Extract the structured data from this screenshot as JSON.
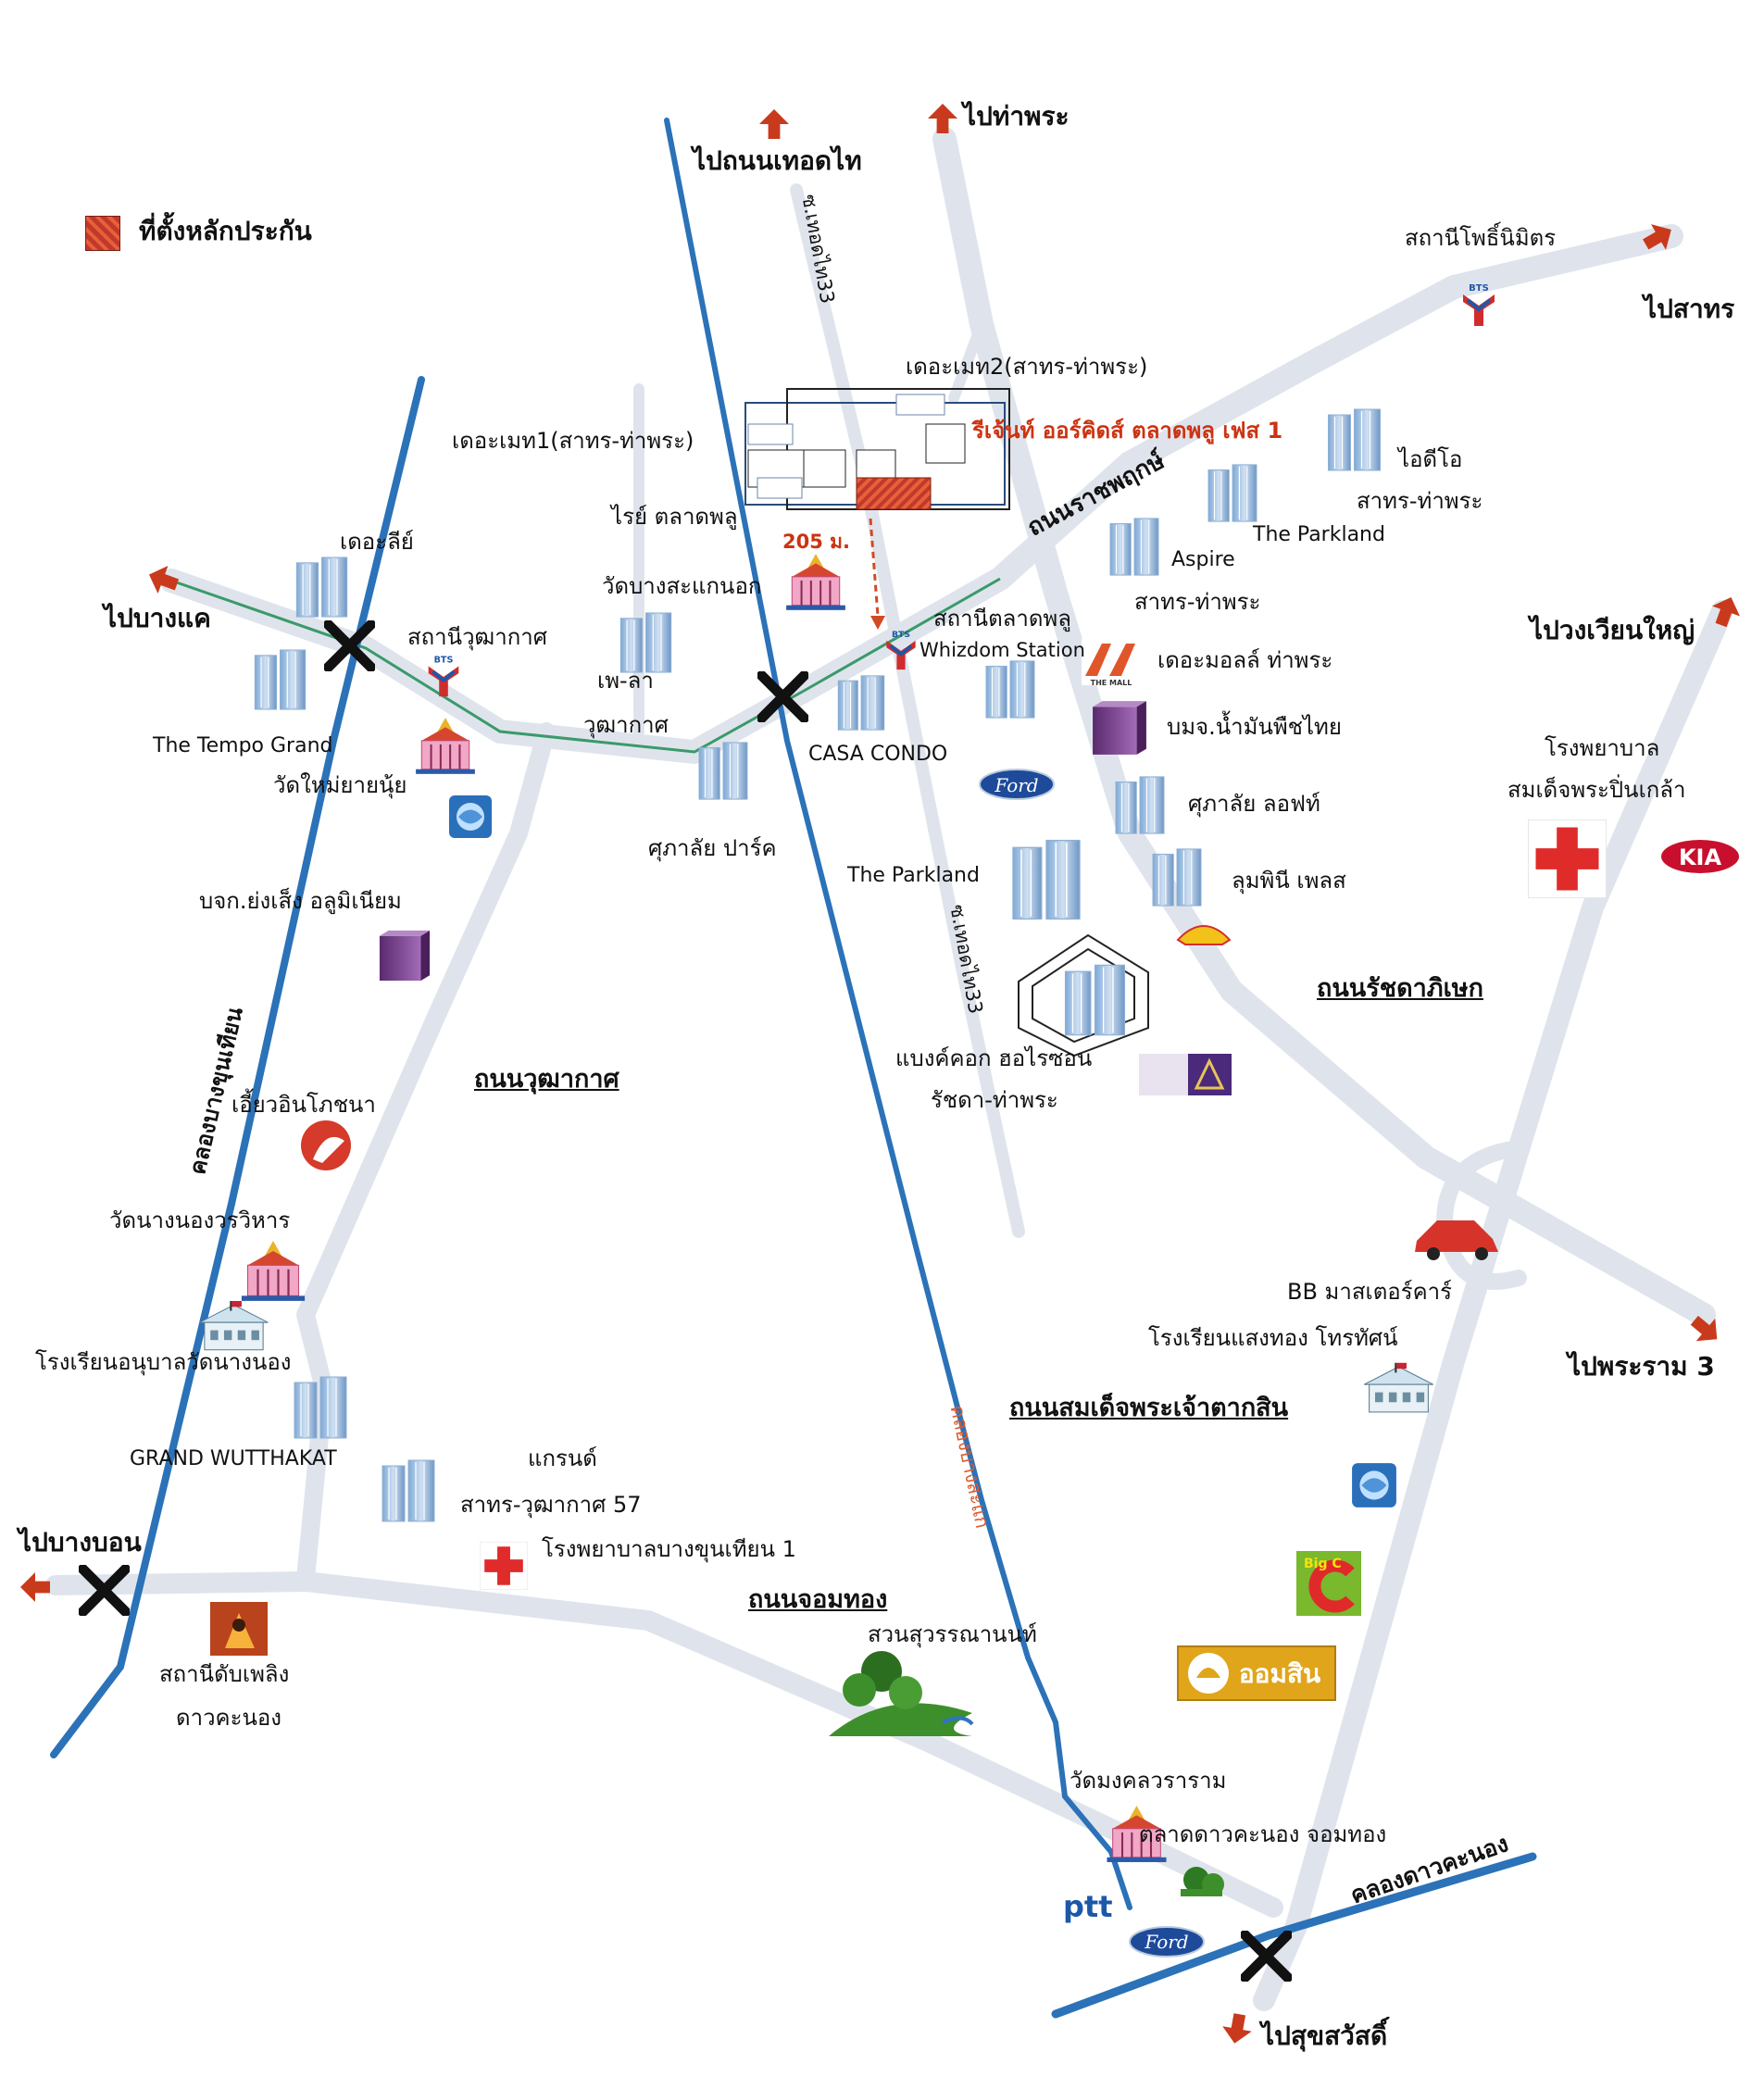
{
  "legend": {
    "label": "ที่ตั้งหลักประกัน",
    "color": "#d9472b"
  },
  "colors": {
    "road": "#dfe4ec",
    "rail": "#2b72b8",
    "bts_line": "#3a9a6a",
    "arrow": "#c93a1c",
    "property": "#d04a24"
  },
  "destinations": {
    "to_thoet_thai": "ไปถนนเทอดไท",
    "to_tha_phra": "ไปท่าพระ",
    "to_sathon": "ไปสาทร",
    "to_bang_khae": "ไปบางแค",
    "to_wongwian_yai": "ไปวงเวียนใหญ่",
    "to_rama3": "ไปพระราม 3",
    "to_bang_bon": "ไปบางบอน",
    "to_suk_sawat": "ไปสุขสวัสดิ์"
  },
  "roads": {
    "ratchaphruek": "ถนนราชพฤกษ์",
    "ratchadaphisek": "ถนนรัชดาภิเษก",
    "wutthakat": "ถนนวุฒากาศ",
    "somdet_taksin": "ถนนสมเด็จพระเจ้าตากสิน",
    "chom_thong": "ถนนจอมทอง",
    "soi_thoet_thai_33a": "ซ.เทอดไท33",
    "soi_thoet_thai_33b": "ซ.เทอดไท33",
    "canal_bang_khun_thian": "คลองบางขุนเทียน",
    "canal_dao_khanong": "คลองดาวคะนอง",
    "canal_dan": "คลองบางสะแก"
  },
  "places": {
    "pho_nimit": "สถานีโพธิ์นิมิตร",
    "the_met2": "เดอะเมท2(สาทร-ท่าพระ)",
    "the_met1": "เดอะเมท1(สาทร-ท่าพระ)",
    "regent": "รีเจ้นท์ ออร์คิดส์ ตลาดพลู เฟส 1",
    "rise": "ไรย์ ตลาดพลู",
    "distance": "205 ม.",
    "wat_bang_sakae": "วัดบางสะแกนอก",
    "ideo": "ไอดีโอ",
    "ideo_sub": "สาทร-ท่าพระ",
    "parkland1": "The Parkland",
    "aspire": "Aspire",
    "aspire_sub": "สาทร-ท่าพระ",
    "the_lui": "เดอะลีย์",
    "wutthakat_stn": "สถานีวุฒากาศ",
    "talat_phlu_stn": "สถานีตลาดพลู",
    "whizdom": "Whizdom Station",
    "the_mall": "เดอะมอลล์ ท่าพระ",
    "tempo": "The Tempo Grand",
    "pe_la": "เพ-ลา",
    "pe_la_sub": "วุฒากาศ",
    "casa": "CASA CONDO",
    "thai_oil": "บมจ.น้ำมันพืชไทย",
    "wat_mai": "วัดใหม่ยายนุ้ย",
    "supalai_park": "ศุภาลัย ปาร์ค",
    "supalai_loft": "ศุภาลัย ลอฟท์",
    "hospital_taksin": "โรงพยาบาล",
    "hospital_taksin_sub": "สมเด็จพระปิ่นเกล้า",
    "parkland2": "The Parkland",
    "lumpini": "ลุมพินี เพลส",
    "yong_seng": "บจก.ย่งเส็ง อลูมิเนียม",
    "bangkok_horizon": "แบงค์คอก ฮอไรซอน",
    "bangkok_horizon_sub": "รัชดา-ท่าพระ",
    "iew_in": "เอี้ยวอินโภชนา",
    "wat_nang_nong": "วัดนางนองวรวิหาร",
    "bb_master": "BB มาสเตอร์คาร์",
    "sang_thong": "โรงเรียนแสงทอง โทรทัศน์",
    "school_nang_nong": "โรงเรียนอนุบาลวัดนางนอง",
    "grand_wutthakat": "GRAND WUTTHAKAT",
    "grand": "แกรนด์",
    "grand_sub": "สาทร-วุฒากาศ 57",
    "hospital_bkt": "โรงพยาบาลบางขุนเทียน 1",
    "fire_station": "สถานีดับเพลิง",
    "fire_station_sub": "ดาวคะนอง",
    "park": "สวนสุวรรณานนท์",
    "wat_mongkhon": "วัดมงคลวราราม",
    "dao_khanong_market": "ตลาดดาวคะนอง จอมทอง",
    "gsb": "ออมสิน",
    "bigc": "Big C",
    "kia": "KIA",
    "ptt": "ptt",
    "ford": "Ford",
    "bts": "BTS",
    "the_mall_logo": "THE MALL"
  }
}
